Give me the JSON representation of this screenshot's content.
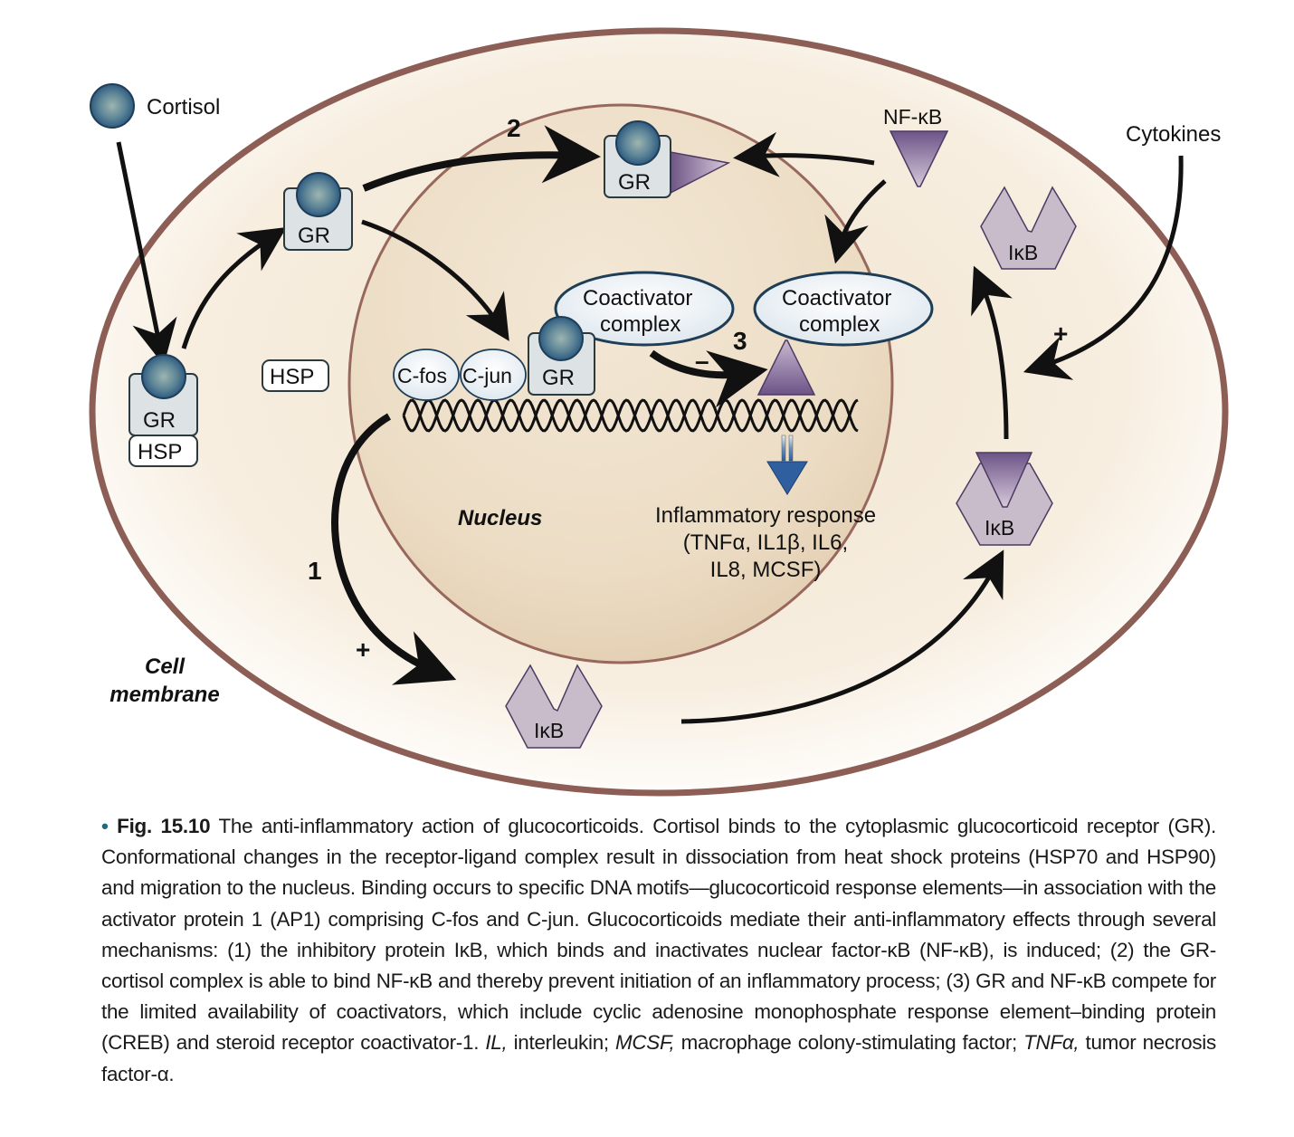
{
  "diagram": {
    "cortisol_label": "Cortisol",
    "cytokines_label": "Cytokines",
    "nfkb_label": "NF-κB",
    "gr_label": "GR",
    "hsp_label": "HSP",
    "ikb_label": "IκB",
    "cfos_label": "C-fos",
    "cjun_label": "C-jun",
    "coactivator_line1": "Coactivator",
    "coactivator_line2": "complex",
    "nucleus_label": "Nucleus",
    "cell_membrane_line1": "Cell",
    "cell_membrane_line2": "membrane",
    "mechanism_1": "1",
    "mechanism_2": "2",
    "mechanism_3": "3",
    "plus_sign": "+",
    "minus_sign": "–",
    "inflammatory_line1": "Inflammatory response",
    "inflammatory_line2": "(TNFα, IL1β, IL6,",
    "inflammatory_line3": "IL8, MCSF)",
    "colors": {
      "membrane": "#8c5e55",
      "cytoplasm": "#f6ecdc",
      "nucleus": "#ead8bf",
      "gr_box": "#dde3e4",
      "cortisol": "#3e6f8c",
      "ikb": "#c9bcca",
      "nfkb": "#7d6490",
      "transcription_arrow": "#2f5f9e",
      "caption_bullet": "#1d6b85"
    }
  },
  "caption": {
    "bullet": "•",
    "figure_number": "Fig. 15.10",
    "text_1": " The anti-inflammatory action of glucocorticoids. Cortisol binds to the cytoplasmic glucocorticoid receptor (GR). Conformational changes in the receptor-ligand complex result in dissociation from heat shock proteins (HSP70 and HSP90) and migration to the nucleus. Binding occurs to specific DNA motifs—glucocorticoid response elements—in association with the activator protein 1 (AP1) comprising C-fos and C-jun. Glucocorticoids mediate their anti-inflammatory effects through several mechanisms: (1) the inhibitory protein IκB, which binds and inactivates nuclear factor-κB (NF-κB), is induced; (2) the GR-cortisol complex is able to bind NF-κB and thereby prevent initiation of an inflammatory process; (3) GR and NF-κB compete for the limited availability of coactivators, which include cyclic adenosine monophosphate response element–binding protein (CREB) and steroid receptor coactivator-1. ",
    "abbr_il": "IL,",
    "text_2": " interleukin; ",
    "abbr_mcsf": "MCSF,",
    "text_3": " macrophage colony-stimulating factor; ",
    "abbr_tnf": "TNFα,",
    "text_4": " tumor necrosis factor-α."
  }
}
